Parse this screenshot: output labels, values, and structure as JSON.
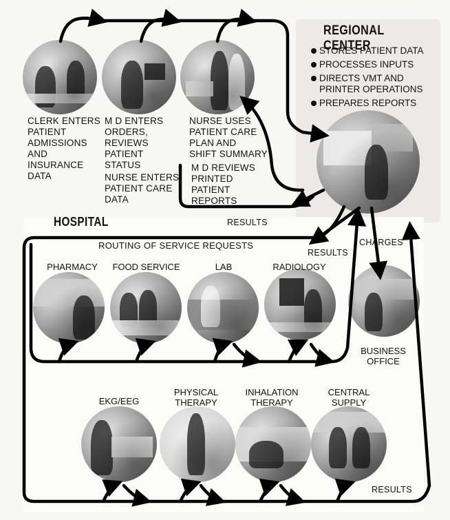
{
  "regional_center": {
    "title": "REGIONAL CENTER",
    "bullets": [
      "STORES PATIENT DATA",
      "PROCESSES INPUTS",
      "DIRECTS VMT AND\nPRINTER OPERATIONS",
      "PREPARES REPORTS"
    ]
  },
  "hospital_title": "HOSPITAL",
  "captions": {
    "clerk": "CLERK ENTERS\nPATIENT\nADMISSIONS\nAND\nINSURANCE\nDATA",
    "md_orders": "M D ENTERS\nORDERS,\nREVIEWS\nPATIENT\nSTATUS",
    "nurse_enters": "NURSE ENTERS\nPATIENT CARE\nDATA",
    "nurse_uses": "NURSE USES\nPATIENT CARE\nPLAN AND\nSHIFT SUMMARY",
    "md_reviews": "M D REVIEWS\nPRINTED\nPATIENT\nREPORTS"
  },
  "flow_labels": {
    "results_1": "RESULTS",
    "results_2": "RESULTS",
    "results_3": "RESULTS",
    "charges": "CHARGES",
    "routing": "ROUTING OF SERVICE REQUESTS"
  },
  "departments": {
    "pharmacy": "PHARMACY",
    "food_service": "FOOD SERVICE",
    "lab": "LAB",
    "radiology": "RADIOLOGY",
    "business_office": "BUSINESS\nOFFICE",
    "ekg": "EKG/EEG",
    "physical_therapy": "PHYSICAL\nTHERAPY",
    "inhalation_therapy": "INHALATION\nTHERAPY",
    "central_supply": "CENTRAL\nSUPPLY"
  }
}
